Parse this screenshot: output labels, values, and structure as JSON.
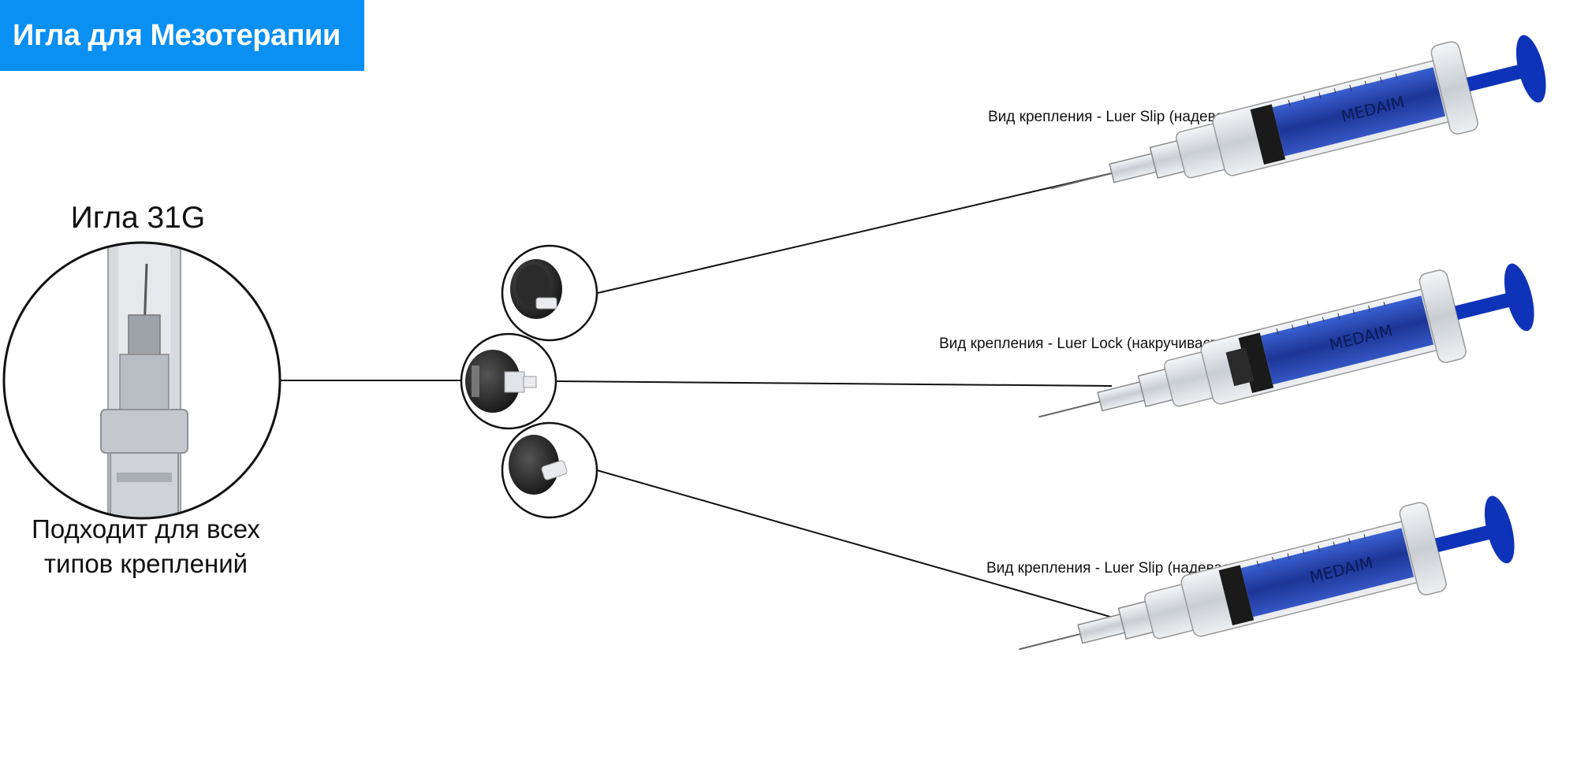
{
  "header": {
    "title": "Игла для Мезотерапии",
    "bg_color": "#0a8ff3"
  },
  "needle": {
    "title": "Игла 31G",
    "caption_line1": "Подходит для всех",
    "caption_line2": "типов креплений"
  },
  "syringes": [
    {
      "label": "Вид крепления - Luer Slip (надевается)",
      "brand": "MEDAIM",
      "connector": "slip"
    },
    {
      "label": "Вид крепления - Luer Lock (накручивается)",
      "brand": "MEDAIM",
      "connector": "lock"
    },
    {
      "label": "Вид крепления - Luer Slip (надевается)",
      "brand": "MEDAIM",
      "connector": "slip"
    }
  ],
  "colors": {
    "syringe_blue": "#1f3fa8",
    "plunger_blue": "#0f33b8",
    "line": "#111111"
  }
}
